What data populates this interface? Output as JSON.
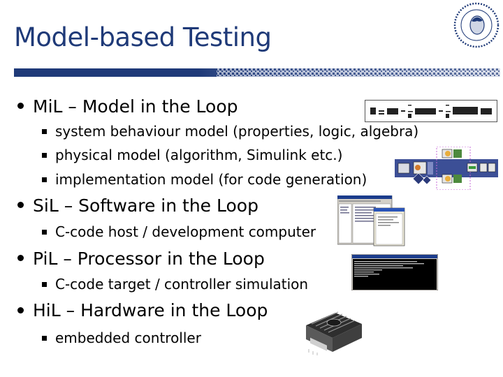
{
  "slide": {
    "title": "Model-based Testing",
    "items": [
      {
        "heading": "MiL – Model in the Loop",
        "sub": [
          "system behaviour model (properties, logic, algebra)",
          "physical model (algorithm, Simulink etc.)",
          "implementation model (for code generation)"
        ]
      },
      {
        "heading": "SiL – Software in the Loop",
        "sub": [
          "C-code host / development computer"
        ]
      },
      {
        "heading": "PiL – Processor in the Loop",
        "sub": [
          "C-code target / controller simulation"
        ]
      },
      {
        "heading": "HiL – Hardware in the Loop",
        "sub": [
          "embedded controller"
        ]
      }
    ]
  },
  "images": {
    "seal": "university-seal-icon",
    "equation": "equation-image",
    "simulink": "simulink-block-diagram-image",
    "sil": "software-ide-screenshot-image",
    "pil": "console-window-image",
    "hil": "controller-hardware-image"
  },
  "colors": {
    "title": "#1f3a78",
    "rule": "#1f3a78"
  }
}
